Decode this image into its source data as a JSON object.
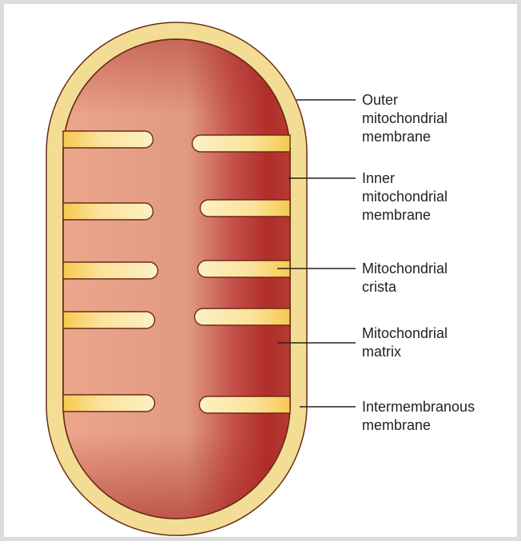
{
  "labels": {
    "outer": [
      "Outer",
      "mitochondrial",
      "membrane"
    ],
    "inner": [
      "Inner",
      "mitochondrial",
      "membrane"
    ],
    "crista": [
      "Mitochondrial",
      "crista"
    ],
    "matrix": [
      "Mitochondrial",
      "matrix"
    ],
    "intermembrane": [
      "Intermembranous",
      "membrane"
    ]
  },
  "colors": {
    "outer_membrane": "#f3dd94",
    "membrane_stroke": "#6a2b16",
    "matrix_light": "#e8a48a",
    "matrix_dark": "#b1302a",
    "crista_fill": "#f8d36a",
    "leader_line": "#222222"
  }
}
